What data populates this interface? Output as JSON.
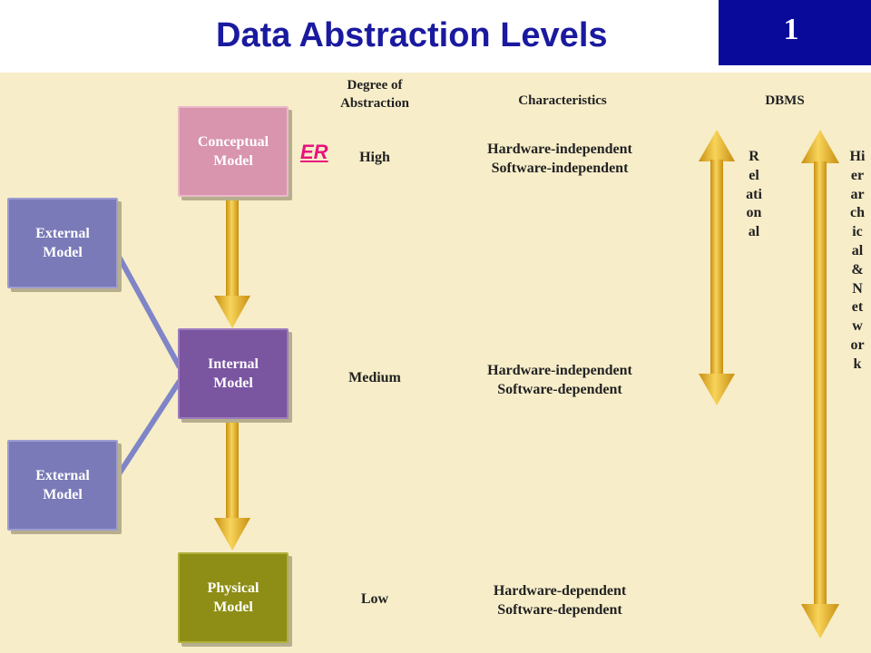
{
  "title": "Data Abstraction Levels",
  "slide_number": "1",
  "headers": {
    "degree": "Degree of\nAbstraction",
    "characteristics": "Characteristics",
    "dbms": "DBMS"
  },
  "boxes": {
    "conceptual": "Conceptual\nModel",
    "internal": "Internal\nModel",
    "physical": "Physical\nModel",
    "external_top": "External\nModel",
    "external_bottom": "External\nModel"
  },
  "er_label": "ER",
  "degrees": {
    "high": "High",
    "medium": "Medium",
    "low": "Low"
  },
  "characteristics": {
    "high": "Hardware-independent\nSoftware-independent",
    "medium": "Hardware-independent\nSoftware-dependent",
    "low": "Hardware-dependent\nSoftware-dependent"
  },
  "dbms": {
    "relational": "Relational",
    "hierarchical_network": "Hierarchical&Network"
  },
  "colors": {
    "title": "#1a1aa0",
    "slide_number_bg": "#0a0a9a",
    "panel_bg": "#f7edc9",
    "arrow": "#e9b82c",
    "er": "#e8127e"
  }
}
